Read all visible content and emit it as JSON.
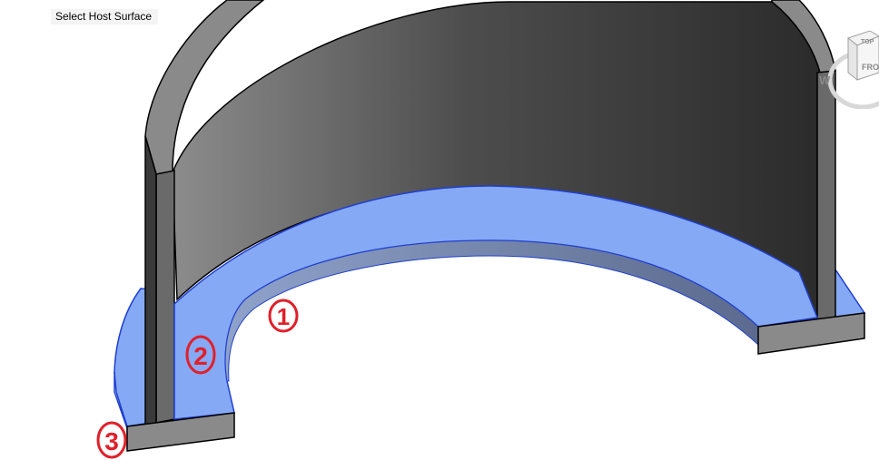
{
  "status": {
    "prompt": "Select Host Surface"
  },
  "viewcube": {
    "top_label": "TOP",
    "front_label": "FRONT",
    "compass_w": "W"
  },
  "markers": [
    {
      "id": "marker-1",
      "label": "1"
    },
    {
      "id": "marker-2",
      "label": "2"
    },
    {
      "id": "marker-3",
      "label": "3"
    }
  ],
  "colors": {
    "highlight_fill": "#86a9f5",
    "highlight_edge": "#1f3fd1",
    "wall_dark": "#2f2f2f",
    "wall_light": "#8a8a8a",
    "marker": "#e0202a"
  }
}
